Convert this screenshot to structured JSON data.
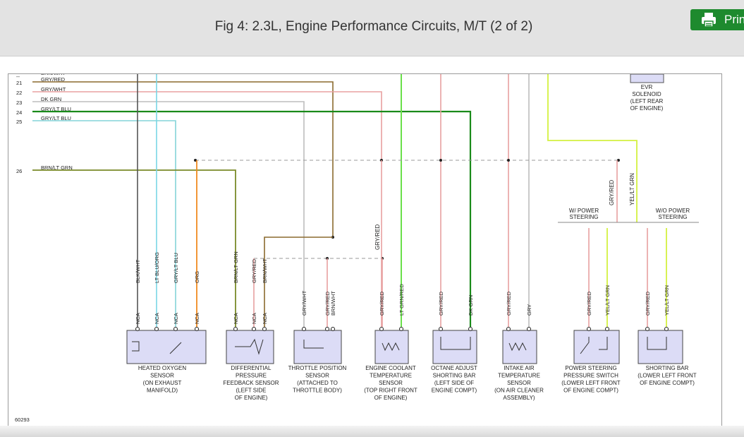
{
  "header": {
    "title": "Fig 4: 2.3L, Engine Performance Circuits, M/T (2 of 2)",
    "print_label": "Prin"
  },
  "figure_id": "60293",
  "wire_rows": [
    {
      "num": "--",
      "label": "BRN/WHT"
    },
    {
      "num": "21",
      "label": "GRY/RED"
    },
    {
      "num": "22",
      "label": "GRY/WHT"
    },
    {
      "num": "23",
      "label": "DK GRN"
    },
    {
      "num": "24",
      "label": "GRY/LT BLU"
    },
    {
      "num": "25",
      "label": ""
    },
    {
      "num": "26",
      "label": "BRN/LT GRN"
    }
  ],
  "colors": {
    "brn_wht": "#8b6a2e",
    "gry_red": "#e8a0a0",
    "gry_wht": "#bdbdbd",
    "dk_grn": "#1a8a1a",
    "gry_lt_blu": "#84d4d8",
    "brn_lt_grn": "#7a8a28",
    "lt_grn_red": "#6ae04a",
    "yel_lt_grn": "#d4f040",
    "org": "#f08a20",
    "blk_wht": "#555555",
    "lt_blu_org": "#7ad6e4",
    "component_fill": "#dcdcf6"
  },
  "evr": {
    "lines": [
      "EVR",
      "SOLENOID",
      "(LEFT REAR",
      "OF ENGINE)"
    ]
  },
  "wire_labels": {
    "gry_red_mid": "GRY/RED",
    "gry_red_ps": "GRY/RED",
    "yel_lt_grn_ps": "YEL/LT GRN",
    "w_power": [
      "W/ POWER",
      "STEERING"
    ],
    "wo_power": [
      "W/O POWER",
      "STEERING"
    ]
  },
  "components": [
    {
      "name": "heated-oxygen-sensor",
      "caption": [
        "HEATED OXYGEN",
        "SENSOR",
        "(ON EXHAUST",
        "MANIFOLD)"
      ],
      "pins": [
        {
          "wire": "BLK/WHT",
          "nca": "NCA"
        },
        {
          "wire": "LT BLU/ORG",
          "nca": "NCA"
        },
        {
          "wire": "GRY/LT BLU",
          "nca": "NCA"
        },
        {
          "wire": "ORG",
          "nca": "NCA"
        }
      ]
    },
    {
      "name": "dpfe-sensor",
      "caption": [
        "DIFFERENTIAL",
        "PRESSURE",
        "FEEDBACK SENSOR",
        "(LEFT SIDE",
        "OF ENGINE)"
      ],
      "pins": [
        {
          "wire": "BRN/LT GRN",
          "nca": "NCA"
        },
        {
          "wire": "GRY/RED",
          "nca": "NCA"
        },
        {
          "wire": "BRN/WHT",
          "nca": "NCA"
        }
      ]
    },
    {
      "name": "throttle-position-sensor",
      "caption": [
        "THROTTLE POSITION",
        "SENSOR",
        "(ATTACHED TO",
        "THROTTLE BODY)"
      ],
      "pins": [
        {
          "wire": "GRY/WHT"
        },
        {
          "wire": "GRY/RED"
        },
        {
          "wire": "BRN/WHT"
        }
      ]
    },
    {
      "name": "engine-coolant-temperature-sensor",
      "caption": [
        "ENGINE COOLANT",
        "TEMPERATURE",
        "SENSOR",
        "(TOP RIGHT FRONT",
        "OF ENGINE)"
      ],
      "pins": [
        {
          "wire": "GRY/RED"
        },
        {
          "wire": "LT GRN/RED"
        }
      ]
    },
    {
      "name": "octane-adjust-shorting-bar",
      "caption": [
        "OCTANE ADJUST",
        "SHORTING BAR",
        "(LEFT SIDE OF",
        "ENGINE COMPT)"
      ],
      "pins": [
        {
          "wire": "GRY/RED"
        },
        {
          "wire": "DK GRN"
        }
      ]
    },
    {
      "name": "intake-air-temperature-sensor",
      "caption": [
        "INTAKE AIR",
        "TEMPERATURE",
        "SENSOR",
        "(ON AIR CLEANER",
        "ASSEMBLY)"
      ],
      "pins": [
        {
          "wire": "GRY/RED"
        },
        {
          "wire": "GRY"
        }
      ]
    },
    {
      "name": "power-steering-pressure-switch",
      "caption": [
        "POWER STEERING",
        "PRESSURE SWITCH",
        "(LOWER LEFT FRONT",
        "OF ENGINE COMPT)"
      ],
      "pins": [
        {
          "wire": "GRY/RED"
        },
        {
          "wire": "YEL/LT GRN"
        }
      ]
    },
    {
      "name": "shorting-bar",
      "caption": [
        "SHORTING BAR",
        "(LOWER LEFT FRONT",
        "OF ENGINE COMPT)"
      ],
      "pins": [
        {
          "wire": "GRY/RED"
        },
        {
          "wire": "YEL/LT GRN"
        }
      ]
    }
  ]
}
